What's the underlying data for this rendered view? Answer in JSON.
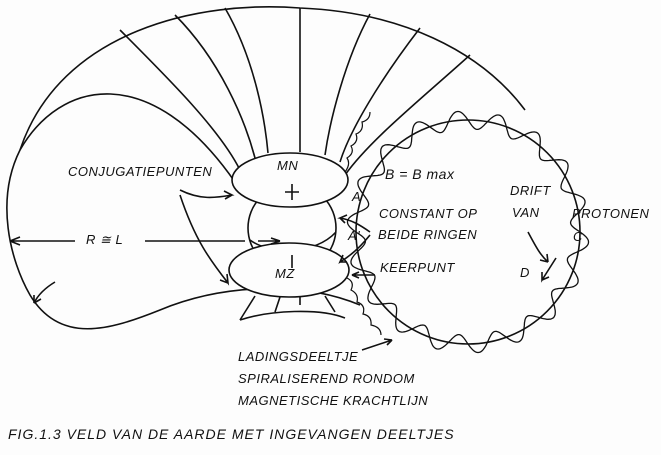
{
  "labels": {
    "mn": "MN",
    "mz": "MZ",
    "conjugate_points": "CONJUGATIEPUNTEN",
    "b_max": "B = B max",
    "point_a": "A",
    "point_a_prime": "A'",
    "constant_line1": "CONSTANT OP",
    "constant_line2": "BEIDE RINGEN",
    "turning_point": "KEERPUNT",
    "r_approx_l_r": "R",
    "r_approx_l_sym": "≅",
    "r_approx_l_l": "L",
    "drift_line1": "DRIFT",
    "drift_line2": "VAN",
    "protons": "PROTONEN",
    "point_c": "C",
    "point_d": "D",
    "particle_line1": "LADINGSDEELTJE",
    "particle_line2": "SPIRALISEREND RONDOM",
    "particle_line3": "MAGNETISCHE KRACHTLIJN"
  },
  "caption": "FIG.1.3  VELD VAN DE AARDE MET INGEVANGEN DEELTJES"
}
